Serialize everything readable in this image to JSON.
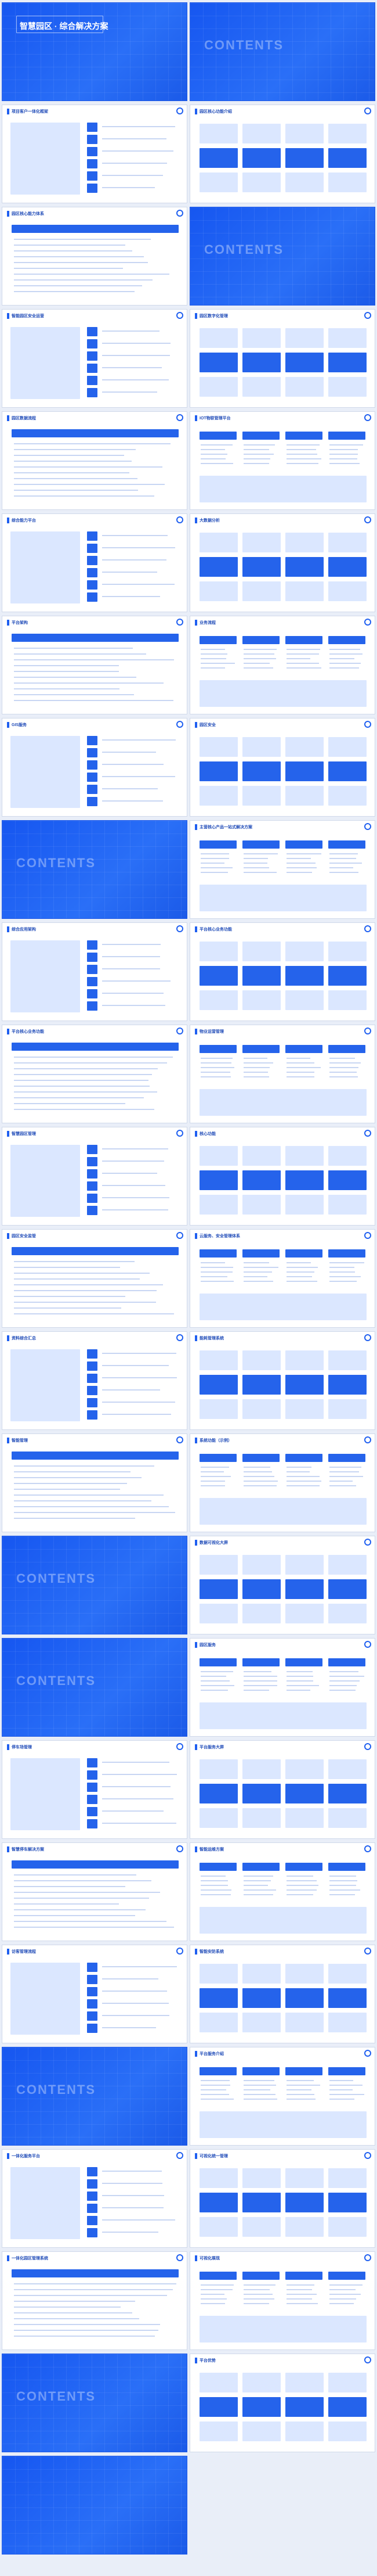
{
  "cover": {
    "title": "智慧园区 · 综合解决方案",
    "contents_word": "CONTENTS"
  },
  "slides": [
    {
      "row": 0,
      "col": 0,
      "kind": "cover"
    },
    {
      "row": 0,
      "col": 1,
      "kind": "contents"
    },
    {
      "row": 1,
      "col": 0,
      "kind": "content",
      "title": "项目客户一体化框架"
    },
    {
      "row": 1,
      "col": 1,
      "kind": "content",
      "title": "园区核心功能介绍"
    },
    {
      "row": 2,
      "col": 0,
      "kind": "content",
      "title": "园区核心能力体系"
    },
    {
      "row": 2,
      "col": 1,
      "kind": "contents"
    },
    {
      "row": 3,
      "col": 0,
      "kind": "content",
      "title": "智能园区安全运营"
    },
    {
      "row": 3,
      "col": 1,
      "kind": "content",
      "title": "园区数字化管理"
    },
    {
      "row": 4,
      "col": 0,
      "kind": "content",
      "title": "园区数据流程"
    },
    {
      "row": 4,
      "col": 1,
      "kind": "content",
      "title": "IOT物联管理平台"
    },
    {
      "row": 5,
      "col": 0,
      "kind": "content",
      "title": "综合能力平台"
    },
    {
      "row": 5,
      "col": 1,
      "kind": "content",
      "title": "大数据分析"
    },
    {
      "row": 6,
      "col": 0,
      "kind": "content",
      "title": "平台架构"
    },
    {
      "row": 6,
      "col": 1,
      "kind": "content",
      "title": "业务流程"
    },
    {
      "row": 7,
      "col": 0,
      "kind": "content",
      "title": "GIS服务"
    },
    {
      "row": 7,
      "col": 1,
      "kind": "content",
      "title": "园区安全"
    },
    {
      "row": 8,
      "col": 0,
      "kind": "contents"
    },
    {
      "row": 8,
      "col": 1,
      "kind": "content",
      "title": "主营核心产品一站式解决方案"
    },
    {
      "row": 9,
      "col": 0,
      "kind": "content",
      "title": "综合应用架构"
    },
    {
      "row": 9,
      "col": 1,
      "kind": "content",
      "title": "平台核心业务功能"
    },
    {
      "row": 10,
      "col": 0,
      "kind": "content",
      "title": "平台核心业务功能"
    },
    {
      "row": 10,
      "col": 1,
      "kind": "content",
      "title": "物业运营管理"
    },
    {
      "row": 11,
      "col": 0,
      "kind": "content",
      "title": "智慧园区管理"
    },
    {
      "row": 11,
      "col": 1,
      "kind": "content",
      "title": "核心功能"
    },
    {
      "row": 12,
      "col": 0,
      "kind": "content",
      "title": "园区安全监管"
    },
    {
      "row": 12,
      "col": 1,
      "kind": "content",
      "title": "云服务、安全管理体系"
    },
    {
      "row": 13,
      "col": 0,
      "kind": "content",
      "title": "资料综合汇总"
    },
    {
      "row": 13,
      "col": 1,
      "kind": "content",
      "title": "能耗管理系统"
    },
    {
      "row": 14,
      "col": 0,
      "kind": "content",
      "title": "智能管理"
    },
    {
      "row": 14,
      "col": 1,
      "kind": "content",
      "title": "系统功能（示例）"
    },
    {
      "row": 15,
      "col": 0,
      "kind": "contents"
    },
    {
      "row": 15,
      "col": 1,
      "kind": "content",
      "title": "数据可视化大屏"
    },
    {
      "row": 16,
      "col": 0,
      "kind": "contents"
    },
    {
      "row": 16,
      "col": 1,
      "kind": "content",
      "title": "园区服务"
    },
    {
      "row": 17,
      "col": 0,
      "kind": "content",
      "title": "停车场管理"
    },
    {
      "row": 17,
      "col": 1,
      "kind": "content",
      "title": "平台服务大屏"
    },
    {
      "row": 18,
      "col": 0,
      "kind": "content",
      "title": "智慧停车解决方案"
    },
    {
      "row": 18,
      "col": 1,
      "kind": "content",
      "title": "智能运维方案"
    },
    {
      "row": 19,
      "col": 0,
      "kind": "content",
      "title": "访客管理流程"
    },
    {
      "row": 19,
      "col": 1,
      "kind": "content",
      "title": "智能安防系统"
    },
    {
      "row": 20,
      "col": 0,
      "kind": "contents"
    },
    {
      "row": 20,
      "col": 1,
      "kind": "content",
      "title": "平台服务介绍"
    },
    {
      "row": 21,
      "col": 0,
      "kind": "content",
      "title": "一体化服务平台"
    },
    {
      "row": 21,
      "col": 1,
      "kind": "content",
      "title": "可视化统一管理"
    },
    {
      "row": 22,
      "col": 0,
      "kind": "content",
      "title": "一体化园区管理系统"
    },
    {
      "row": 22,
      "col": 1,
      "kind": "content",
      "title": "可视化展现"
    },
    {
      "row": 23,
      "col": 0,
      "kind": "contents"
    },
    {
      "row": 23,
      "col": 1,
      "kind": "content",
      "title": "平台优势"
    },
    {
      "row": 24,
      "col": 0,
      "kind": "end"
    }
  ]
}
